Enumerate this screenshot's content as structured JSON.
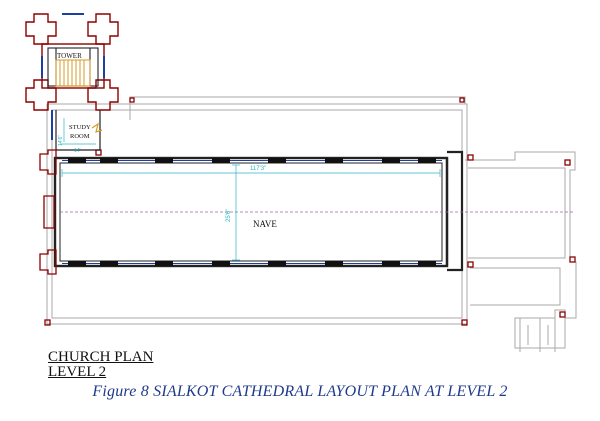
{
  "plan": {
    "labels": {
      "tower": "TOWER",
      "study": "STUDY",
      "room": "ROOM",
      "nave": "NAVE"
    },
    "dimensions": {
      "length": "117'3\"",
      "width": "25'6\"",
      "study_width": "14'",
      "study_depth": "14'6\""
    },
    "colors": {
      "wall": "#222222",
      "pier": "#8b0000",
      "outline": "#a0a0a0",
      "window": "#1e3fa0",
      "dimension": "#2bb6c6",
      "stair": "#d79b27"
    }
  },
  "title": {
    "line1": "CHURCH PLAN",
    "line2": "LEVEL 2"
  },
  "caption": "Figure 8 SIALKOT CATHEDRAL LAYOUT PLAN AT LEVEL 2"
}
